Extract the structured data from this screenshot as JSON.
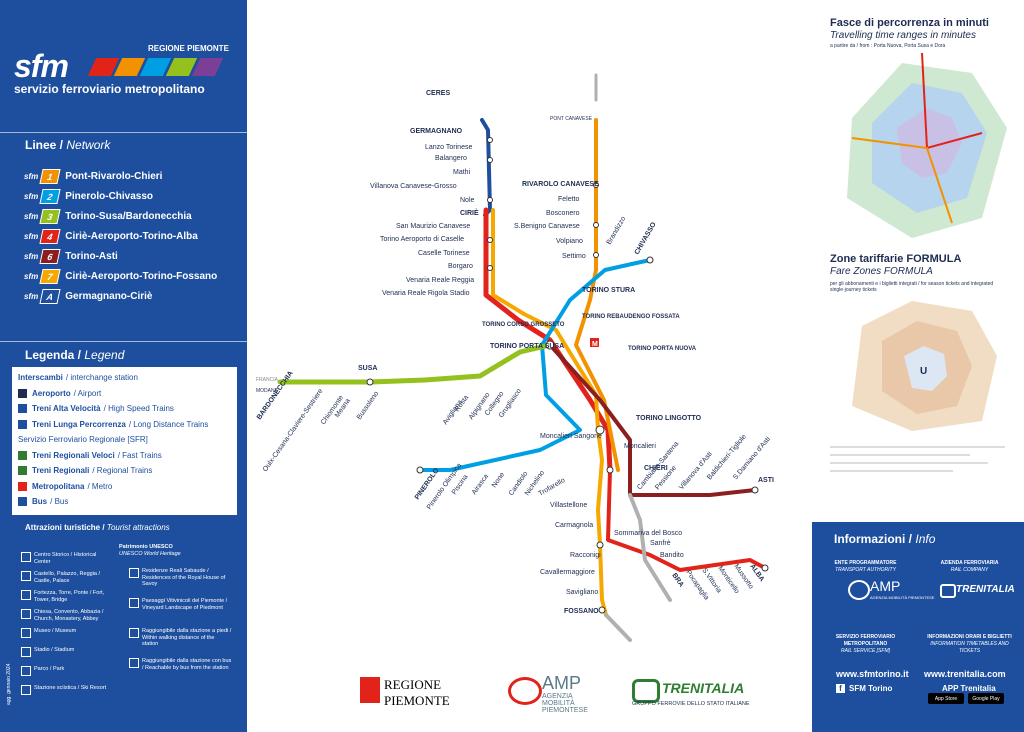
{
  "brand": {
    "region": "REGIONE PIEMONTE",
    "logo": "sfm",
    "service": "servizio ferroviario metropolitano",
    "stripe_colors": [
      "#e2231a",
      "#f39200",
      "#009fe3",
      "#95c11f",
      "#7b3f98"
    ]
  },
  "network": {
    "title": "Linee",
    "title_en": "Network",
    "lines": [
      {
        "num": "1",
        "color": "#f39200",
        "name": "Pont-Rivarolo-Chieri"
      },
      {
        "num": "2",
        "color": "#009fe3",
        "name": "Pinerolo-Chivasso"
      },
      {
        "num": "3",
        "color": "#95c11f",
        "name": "Torino-Susa/Bardonecchia"
      },
      {
        "num": "4",
        "color": "#e2231a",
        "name": "Ciriè-Aeroporto-Torino-Alba"
      },
      {
        "num": "6",
        "color": "#8b1e1e",
        "name": "Torino-Asti"
      },
      {
        "num": "7",
        "color": "#f6a800",
        "name": "Ciriè-Aeroporto-Torino-Fossano"
      },
      {
        "num": "A",
        "color": "#1d4f9e",
        "name": "Germagnano-Ciriè"
      }
    ],
    "sfm_prefix": "sfm"
  },
  "legend": {
    "title": "Legenda",
    "title_en": "Legend",
    "items": [
      {
        "bold": "Interscambi",
        "text": "/ interchange station",
        "icon": "",
        "color": "#ffffff"
      },
      {
        "bold": "Aeroporto",
        "text": "/ Airport",
        "icon": "plane-icon",
        "color": "#1d2c50"
      },
      {
        "bold": "Treni Alta Velocità",
        "text": "/ High Speed Trains",
        "icon": "train-hs-icon",
        "color": "#1d4f9e"
      },
      {
        "bold": "Treni Lunga Percorrenza",
        "text": "/ Long Distance Trains",
        "icon": "train-ld-icon",
        "color": "#1d4f9e"
      },
      {
        "bold": "",
        "text": "Servizio Ferroviario Regionale [SFR]",
        "icon": "",
        "color": "#ffffff"
      },
      {
        "bold": "Treni Regionali Veloci",
        "text": "/ Fast Trains",
        "icon": "train-fast-icon",
        "color": "#2e7d32"
      },
      {
        "bold": "Treni Regionali",
        "text": "/ Regional Trains",
        "icon": "train-regional-icon",
        "color": "#2e7d32"
      },
      {
        "bold": "Metropolitana",
        "text": "/ Metro",
        "icon": "metro-icon",
        "color": "#e2231a"
      },
      {
        "bold": "Bus",
        "text": "/ Bus",
        "icon": "bus-icon",
        "color": "#1d4f9e"
      }
    ]
  },
  "attractions": {
    "title": "Attrazioni turistiche",
    "title_en": "Tourist attractions",
    "left": [
      "Centro Storico / Historical Center",
      "Castello, Palazzo, Reggia / Castle, Palace",
      "Fortezza, Torre, Ponte / Fort, Tower, Bridge",
      "Chiesa, Convento, Abbazia / Church, Monastery, Abbey",
      "Museo / Museum",
      "Stadio / Stadium",
      "Parco / Park",
      "Stazione sciistica / Ski Resort"
    ],
    "unesco_title": "Patrimonio UNESCO",
    "unesco_title_en": "UNESCO World Heritage",
    "right": [
      "Residenze Reali Sabaude / Residences of the Royal House of Savoy",
      "Paesaggi Vitivinicoli del Piemonte / Vineyard Landscape of Piedmont",
      "Raggiungibile dalla stazione a piedi / Within walking distance of the station",
      "Raggiungibile dalla stazione con bus / Reachable by bus from the station"
    ],
    "date_note": "agg. gennaio 2024"
  },
  "map": {
    "colors": {
      "l1": "#f39200",
      "l2": "#009fe3",
      "l3": "#95c11f",
      "l4": "#e2231a",
      "l6": "#8b1e1e",
      "l7": "#f6a800",
      "lA": "#1d4f9e",
      "sfr": "#b0b0b0"
    },
    "stations": {
      "ceres": "CERES",
      "germagnano": "GERMAGNANO",
      "lanzo": "Lanzo Torinese",
      "balangero": "Balangero",
      "mathi": "Mathi",
      "villanova": "Villanova Canavese-Grosso",
      "nole": "Nole",
      "cirie": "CIRIÈ",
      "san_maurizio": "San Maurizio Canavese",
      "aeroporto": "Torino Aeroporto di Caselle",
      "caselle": "Caselle Torinese",
      "borgaro": "Borgaro",
      "venaria": "Venaria Reale Reggia",
      "venaria_stadio": "Venaria Reale Rigola Stadio",
      "pont": "PONT CANAVESE",
      "rivarolo": "RIVAROLO CANAVESE",
      "feletto": "Feletto",
      "bosconero": "Bosconero",
      "sbenigno": "S.Benigno Canavese",
      "volpiano": "Volpiano",
      "settimo": "Settimo",
      "brandizzo": "Brandizzo",
      "chivasso": "CHIVASSO",
      "stura": "TORINO STURA",
      "rebaudengo": "TORINO REBAUDENGO FOSSATA",
      "grosseto": "TORINO CORSO GROSSETO",
      "porta_susa": "TORINO PORTA SUSA",
      "porta_nuova": "TORINO PORTA NUOVA",
      "lingotto": "TORINO LINGOTTO",
      "moncalieri_sangone": "Moncalieri Sangone",
      "moncalieri": "Moncalieri",
      "trofarello": "Trofarello",
      "chieri": "CHIERI",
      "villastellone": "Villastellone",
      "carmagnola": "Carmagnola",
      "racconigi": "Racconigi",
      "cavallermaggiore": "Cavallermaggiore",
      "savigliano": "Savigliano",
      "fossano": "FOSSANO",
      "sommariva": "Sommariva del Bosco",
      "sanfre": "Sanfrè",
      "bandito": "Bandito",
      "bra": "BRA",
      "pocapaglia": "Pocapaglia",
      "vittoria": "S.Vittoria",
      "monticello": "Monticello",
      "mussotto": "Mussotto",
      "alba": "ALBA",
      "asti": "ASTI",
      "susa": "SUSA",
      "bardonecchia": "BARDONECCHIA",
      "pinerolo": "PINEROLO",
      "pinerolo_olimpica": "Pinerolo Olimpica",
      "piscina": "Piscina",
      "airasca": "Airasca",
      "none": "None",
      "candiolo": "Candiolo",
      "nichelino": "Nichelino",
      "avigliana": "Avigliana",
      "alpignano": "Alpignano",
      "collegno": "Collegno",
      "grugliasco": "Grugliasco",
      "rosta": "Rosta",
      "bussoleno": "Bussoleno",
      "chiomonte": "Chiomonte",
      "meana": "Meana",
      "oulx": "Oulx-Cesana-Claviere-Sestriere",
      "cambiano": "Cambiano-Santena",
      "pessione": "Pessione",
      "villanova_asti": "Villanova d'Asti",
      "baldichieri": "Baldichieri-Tigliole",
      "sdamiano": "S.Damiano d'Asti"
    },
    "country": "FRANCIA",
    "modane": "MODANE",
    "metro_label": "M"
  },
  "travel_times": {
    "title": "Fasce di percorrenza in minuti",
    "title_en": "Travelling time ranges in minutes",
    "note": "a partire da / from : Porta Nuova, Porta Susa e Dora"
  },
  "zones": {
    "title": "Zone tariffarie FORMULA",
    "title_en": "Fare Zones FORMULA",
    "note": "per gli abbonamenti e i biglietti integrati / for season tickets and integrated single-journey tickets",
    "center_label": "U"
  },
  "info": {
    "title": "Informazioni",
    "title_en": "Info",
    "left_head": "ENTE PROGRAMMATORE",
    "left_head_en": "TRANSPORT AUTHORITY",
    "right_head": "AZIENDA FERROVIARIA",
    "right_head_en": "RAIL COMPANY",
    "amp": "AMP",
    "amp_sub": "AGENZIA MOBILITÀ PIEMONTESE",
    "trenitalia": "TRENITALIA",
    "left_mid": "SERVIZIO FERROVIARIO METROPOLITANO",
    "left_mid_en": "RAIL SERVICE [SFM]",
    "right_mid": "INFORMAZIONI ORARI E BIGLIETTI",
    "right_mid_en": "INFORMATION TIMETABLES AND TICKETS",
    "site_left": "www.sfmtorino.it",
    "site_right": "www.trenitalia.com",
    "social_left": "SFM Torino",
    "app_right": "APP Trenitalia",
    "app_store": "App Store",
    "google_play": "Google Play"
  },
  "sponsors": {
    "regione_1": "REGIONE",
    "regione_2": "PIEMONTE",
    "amp_name": "AMP",
    "amp_sub1": "AGENZIA",
    "amp_sub2": "MOBILITÀ",
    "amp_sub3": "PIEMONTESE",
    "trenitalia": "TRENITALIA",
    "trenitalia_sub": "GRUPPO FERROVIE DELLO STATO ITALIANE"
  }
}
